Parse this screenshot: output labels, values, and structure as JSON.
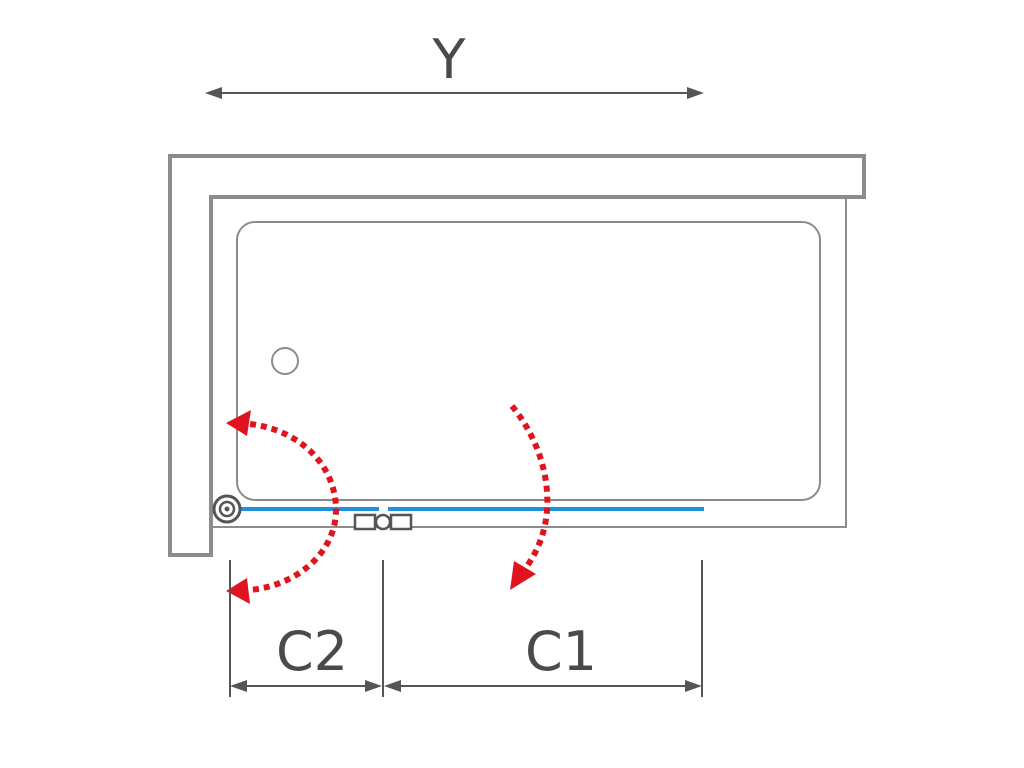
{
  "labels": {
    "width": "Y",
    "door_small": "C2",
    "door_large": "C1"
  },
  "colors": {
    "outline": "#8c8c8c",
    "dimension": "#555555",
    "glass": "#1f8fe0",
    "swing_arrow": "#e0141f"
  }
}
